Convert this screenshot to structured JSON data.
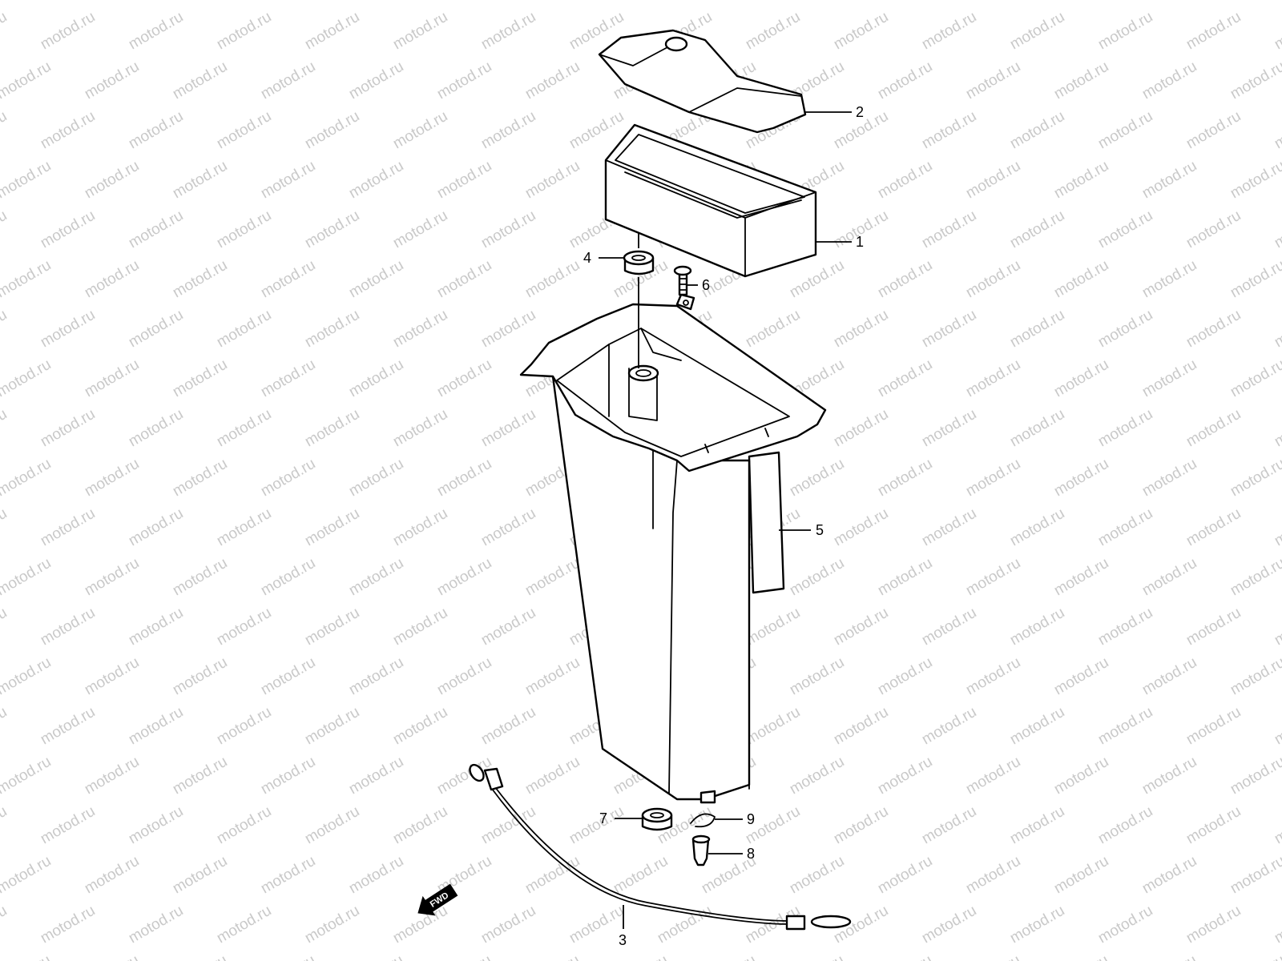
{
  "watermark": {
    "text": "motod.ru",
    "color": "#c9c9c9"
  },
  "direction_marker": {
    "label": "FWD",
    "icon": "left-arrow-icon"
  },
  "callouts": [
    "1",
    "2",
    "3",
    "4",
    "5",
    "6",
    "7",
    "8",
    "9"
  ],
  "colors": {
    "line": "#000000",
    "background": "#ffffff"
  }
}
